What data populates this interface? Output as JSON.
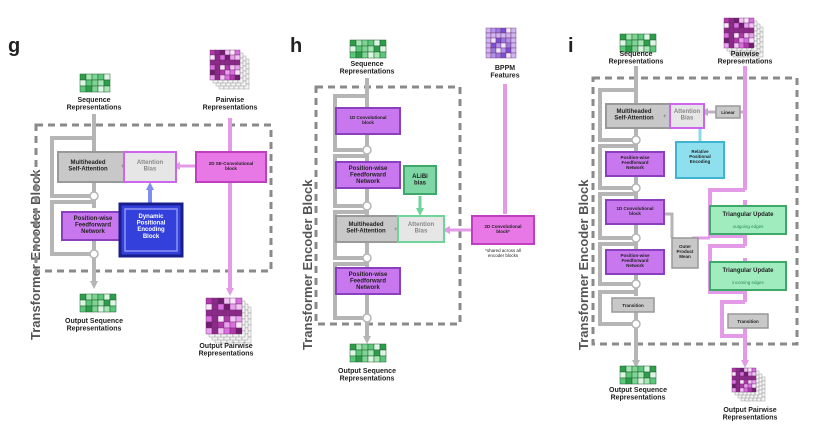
{
  "colors": {
    "purple": "#cc66ee",
    "pink": "#e04ec4",
    "gray": "#a8a8a8",
    "blue": "#2f36d8",
    "green": "#5cc77a",
    "cyan": "#7fd7e6",
    "line_gray": "#b5b5b5",
    "line_pink": "#e39be8",
    "dash": "#8a8a8a"
  },
  "panel_g": {
    "letter": "g",
    "side_title": "Transformer Encoder Block",
    "seq_in": "Sequence\nRepresentations",
    "pair_in": "Pairwise\nRepresentations",
    "mhsa": "Multiheaded\nSelf-Attention",
    "attn_bias": "Attention\nBias",
    "se_conv": "2D SE-Convolutional\nblock",
    "ffn": "Position-wise\nFeedforward\nNetwork",
    "dyn_pos": "Dynamic\nPositional\nEncoding\nBlock",
    "seq_out": "Output Sequence\nRepresentations",
    "pair_out": "Output Pairwise\nRepresentations"
  },
  "panel_h": {
    "letter": "h",
    "side_title": "Transformer Encoder Block",
    "seq_in": "Sequence\nRepresentations",
    "bppm": "BPPM\nFeatures",
    "conv1d": "1D Convolutional\nblock",
    "ffn1": "Position-wise\nFeedforward\nNetwork",
    "alibi": "ALiBi\nbias",
    "mhsa": "Multiheaded\nSelf-Attention",
    "attn_bias": "Attention\nBias",
    "conv2d": "2D Convolutional\nblock*",
    "note": "*shared across all\nencoder blocks",
    "ffn2": "Position-wise\nFeedforward\nNetwork",
    "seq_out": "Output Sequence\nRepresentations"
  },
  "panel_i": {
    "letter": "i",
    "side_title": "Transformer Encoder Block",
    "seq_in": "Sequence\nRepresentations",
    "pair_in": "Pairwise\nRepresentations",
    "mhsa": "Multiheaded\nSelf-Attention",
    "attn_bias": "Attention\nBias",
    "linear": "Linear",
    "rel_pos": "Relative\nPositional\nEncoding",
    "ffn1": "Position-wise\nFeedforward\nNetwork",
    "conv1d": "1D Convolutional\nblock",
    "tri_out_title": "Triangular Update",
    "tri_out_sub": "outgoing edges",
    "ffn2": "Position-wise\nFeedforward\nNetwork",
    "opm": "Outer\nProduct\nMean",
    "tri_in_title": "Triangular Update",
    "tri_in_sub": "incoming edges",
    "transition_seq": "Transition",
    "transition_pair": "Transition",
    "seq_out": "Output Sequence\nRepresentations",
    "pair_out": "Output Pairwise\nRepresentations"
  }
}
